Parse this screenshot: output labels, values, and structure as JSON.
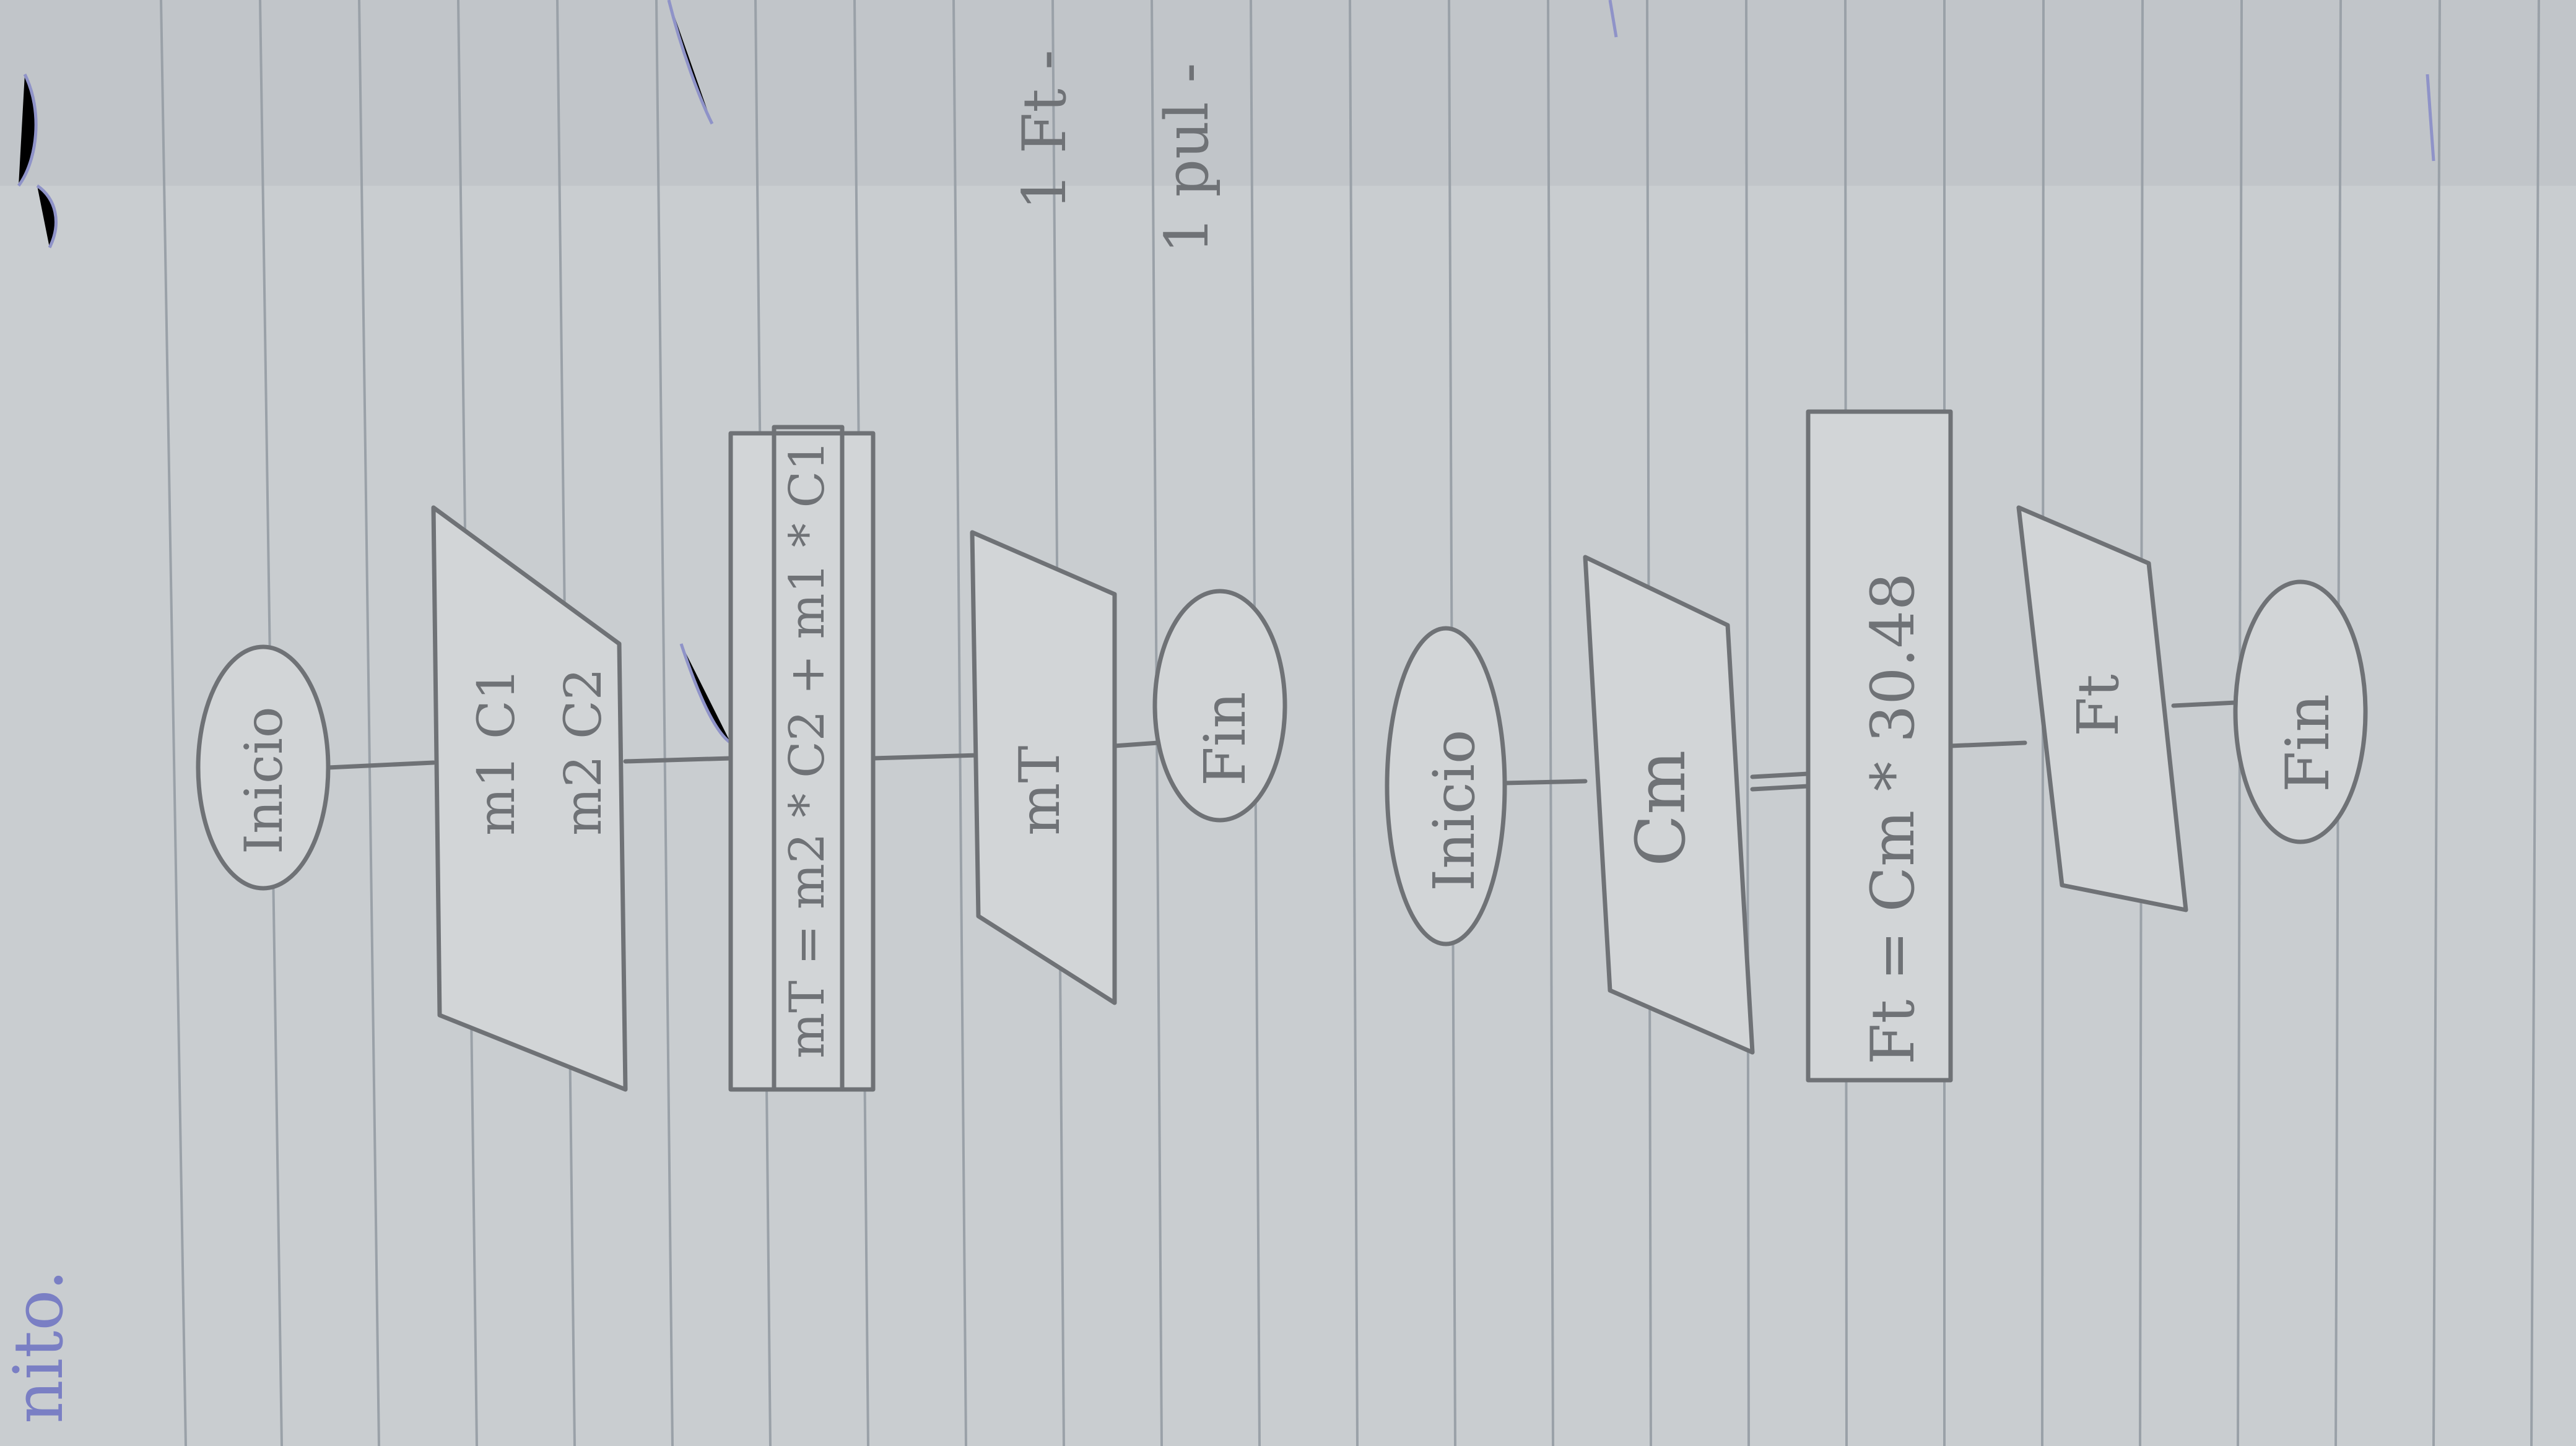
{
  "page_header_fragment": "nito.",
  "flowchart_1": {
    "start": "Inicio",
    "input_line_1": "m1  C1",
    "input_line_2": "m2  C2",
    "process": "mT = m2 * C2 + m1 * C1",
    "output": "mT",
    "end": "Fin"
  },
  "flowchart_2": {
    "start": "Inicio",
    "input": "Cm",
    "process": "Ft = Cm * 30.48",
    "output": "Ft",
    "end": "Fin"
  },
  "side_notes": {
    "note_1": "1 Ft -",
    "note_2": "1 pul -"
  },
  "colors": {
    "paper": "#c9cdd0",
    "pencil": "#6f7276",
    "ruled_lines": "#9aa1a8",
    "blue_ink": "#7a7fc4"
  }
}
